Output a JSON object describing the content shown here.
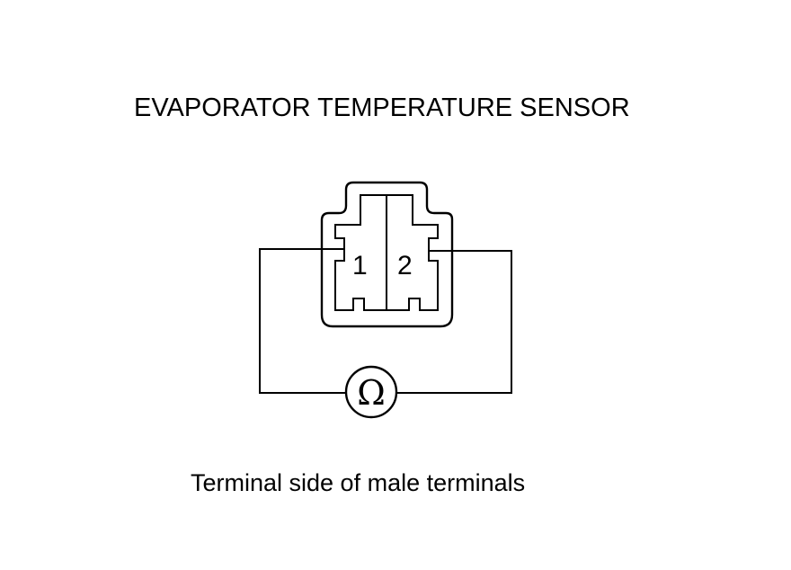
{
  "diagram": {
    "title": "EVAPORATOR TEMPERATURE SENSOR",
    "caption": "Terminal side of male terminals",
    "connector": {
      "terminals": [
        "1",
        "2"
      ]
    },
    "meter": {
      "symbol": "Ω",
      "icon": "ohmmeter-icon"
    }
  }
}
